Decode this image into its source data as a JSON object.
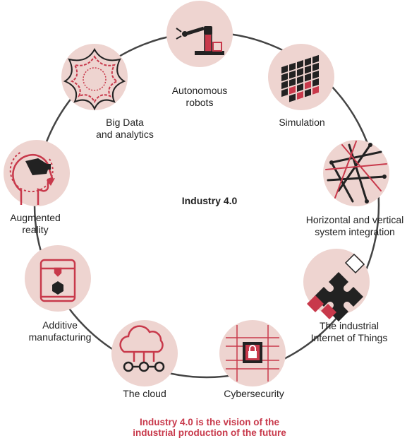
{
  "title": "Industry 4.0",
  "caption": [
    "Industry 4.0 is the vision of the",
    "industrial production of the future"
  ],
  "colors": {
    "circle_fill": "#eed4d0",
    "ring": "#444444",
    "accent": "#c8394b",
    "ink": "#222222"
  },
  "nodes": [
    {
      "id": "robots",
      "icon": "robot-arm-icon",
      "lines": [
        "Autonomous",
        "robots"
      ]
    },
    {
      "id": "simulation",
      "icon": "cube-grid-icon",
      "lines": [
        "Simulation"
      ]
    },
    {
      "id": "integration",
      "icon": "network-lines-icon",
      "lines": [
        "Horizontal and vertical",
        "system integration"
      ]
    },
    {
      "id": "iot",
      "icon": "puzzle-icon",
      "lines": [
        "The industrial",
        "Internet of Things"
      ]
    },
    {
      "id": "cyber",
      "icon": "circuit-lock-icon",
      "lines": [
        "Cybersecurity"
      ]
    },
    {
      "id": "cloud",
      "icon": "cloud-icon",
      "lines": [
        "The cloud"
      ]
    },
    {
      "id": "additive",
      "icon": "3d-printer-icon",
      "lines": [
        "Additive",
        "manufacturing"
      ]
    },
    {
      "id": "ar",
      "icon": "vr-headset-icon",
      "lines": [
        "Augmented",
        "reality"
      ]
    },
    {
      "id": "bigdata",
      "icon": "data-star-icon",
      "lines": [
        "Big Data",
        "and analytics"
      ]
    }
  ]
}
